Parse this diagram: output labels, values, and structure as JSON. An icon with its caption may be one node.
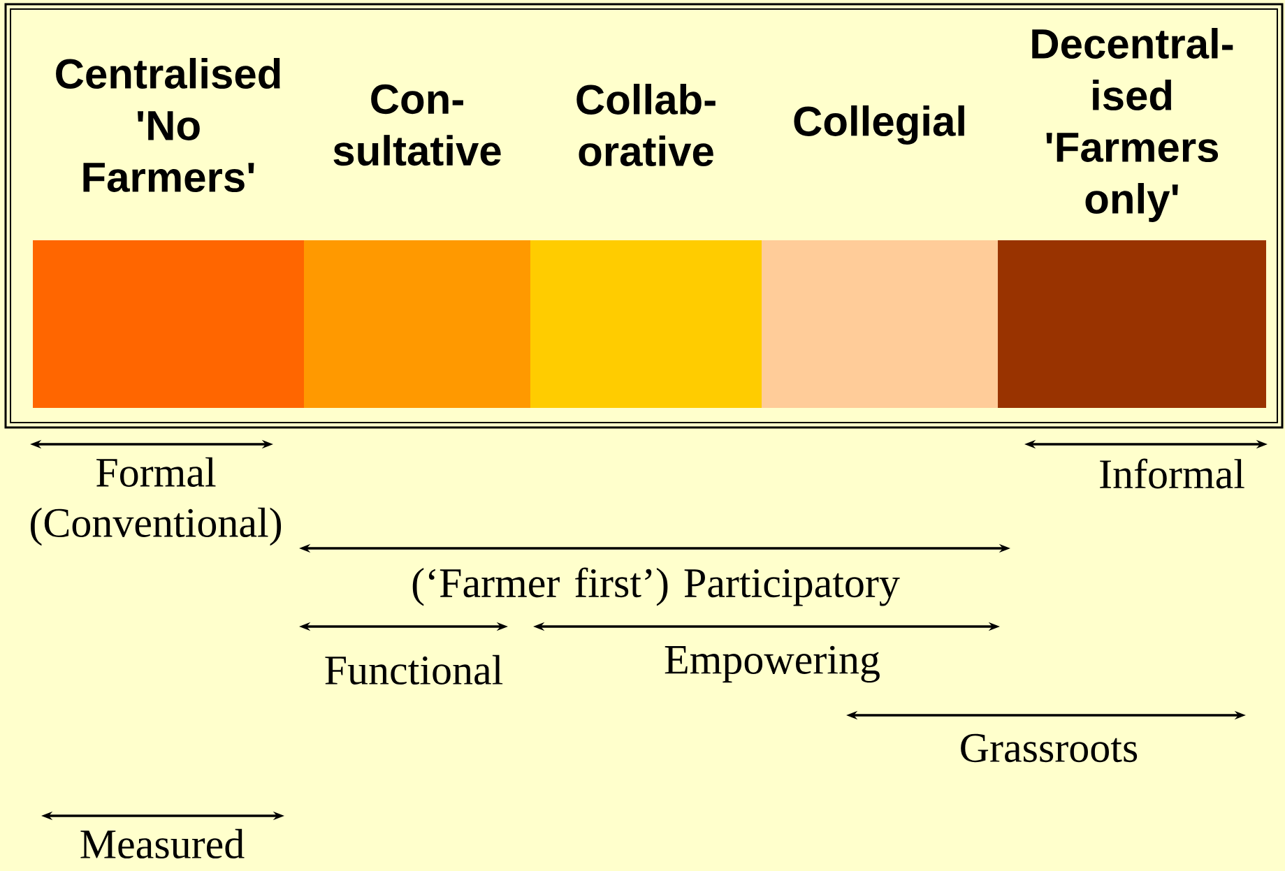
{
  "diagram": {
    "nodes": [
      {
        "text": [
          "Centralised 'No Farmers'"
        ]
      },
      {
        "text": [
          "Con- sultative"
        ]
      },
      {
        "text": [
          "Collab- orative"
        ]
      },
      {
        "text": [
          "Collegial"
        ]
      },
      {
        "text": [
          "Decentral- ised 'Farmers only'"
        ]
      }
    ],
    "edges": [],
    "labels": [
      "Formal (Conventional)",
      "Informal",
      "(‘Farmer first’) Participatory",
      "Functional",
      "Empowering",
      "Grassroots",
      "Measured"
    ]
  }
}
